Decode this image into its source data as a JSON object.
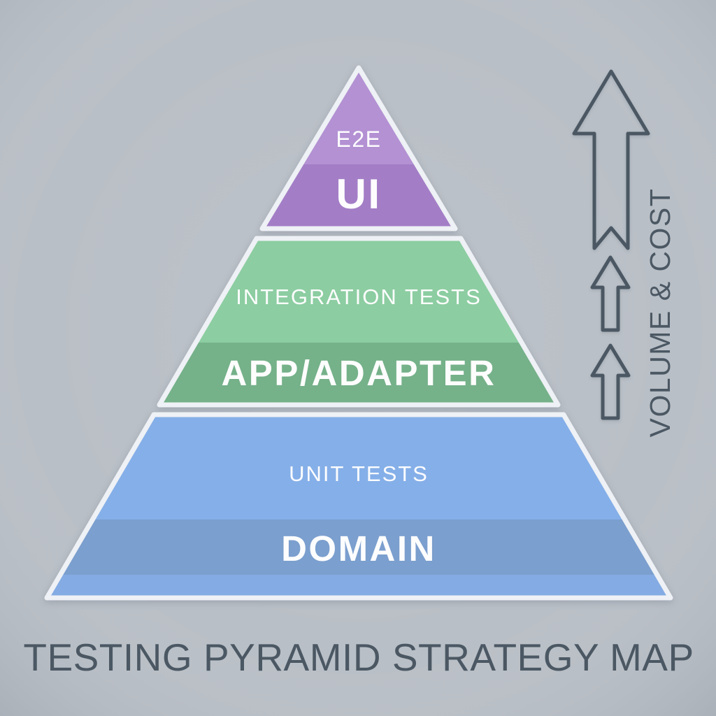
{
  "title": "TESTING PYRAMID STRATEGY MAP",
  "axis": {
    "label": "VOLUME & COST"
  },
  "pyramid": {
    "tiers": [
      {
        "id": "ui",
        "test_label": "E2E",
        "layer_label": "UI",
        "color_top": "#b391d3",
        "color_bottom": "#a37ec6"
      },
      {
        "id": "app-adapter",
        "test_label": "INTEGRATION TESTS",
        "layer_label": "APP/ADAPTER",
        "color_top": "#8ccda1",
        "color_bottom": "#75b189"
      },
      {
        "id": "domain",
        "test_label": "UNIT TESTS",
        "layer_label": "DOMAIN",
        "color_top": "#85afe8",
        "color_bottom": "#7b9fce",
        "color_base_strip": "#84abe3"
      }
    ]
  },
  "colors": {
    "background": "#b9bfc6",
    "tier_outline": "#eef1f5",
    "slate": "#4b5864",
    "label_text": "#fdfdfe"
  }
}
